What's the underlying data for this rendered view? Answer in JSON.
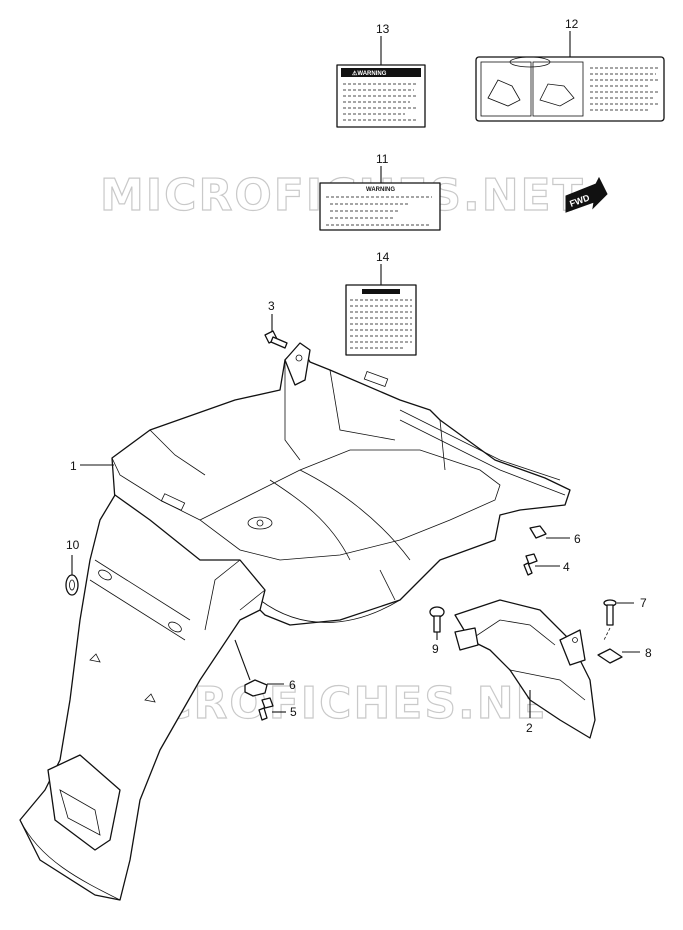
{
  "watermark": "MICROFICHES.NET",
  "labels": {
    "warning_title": "⚠WARNING",
    "label11_title": "WARNING",
    "fwd": "FWD"
  },
  "callouts": [
    {
      "id": "c1",
      "text": "1"
    },
    {
      "id": "c2",
      "text": "2"
    },
    {
      "id": "c3",
      "text": "3"
    },
    {
      "id": "c4",
      "text": "4"
    },
    {
      "id": "c5",
      "text": "5"
    },
    {
      "id": "c6a",
      "text": "6"
    },
    {
      "id": "c6b",
      "text": "6"
    },
    {
      "id": "c7",
      "text": "7"
    },
    {
      "id": "c8",
      "text": "8"
    },
    {
      "id": "c9",
      "text": "9"
    },
    {
      "id": "c10",
      "text": "10"
    },
    {
      "id": "c11",
      "text": "11"
    },
    {
      "id": "c12",
      "text": "12"
    },
    {
      "id": "c13",
      "text": "13"
    },
    {
      "id": "c14",
      "text": "14"
    }
  ]
}
